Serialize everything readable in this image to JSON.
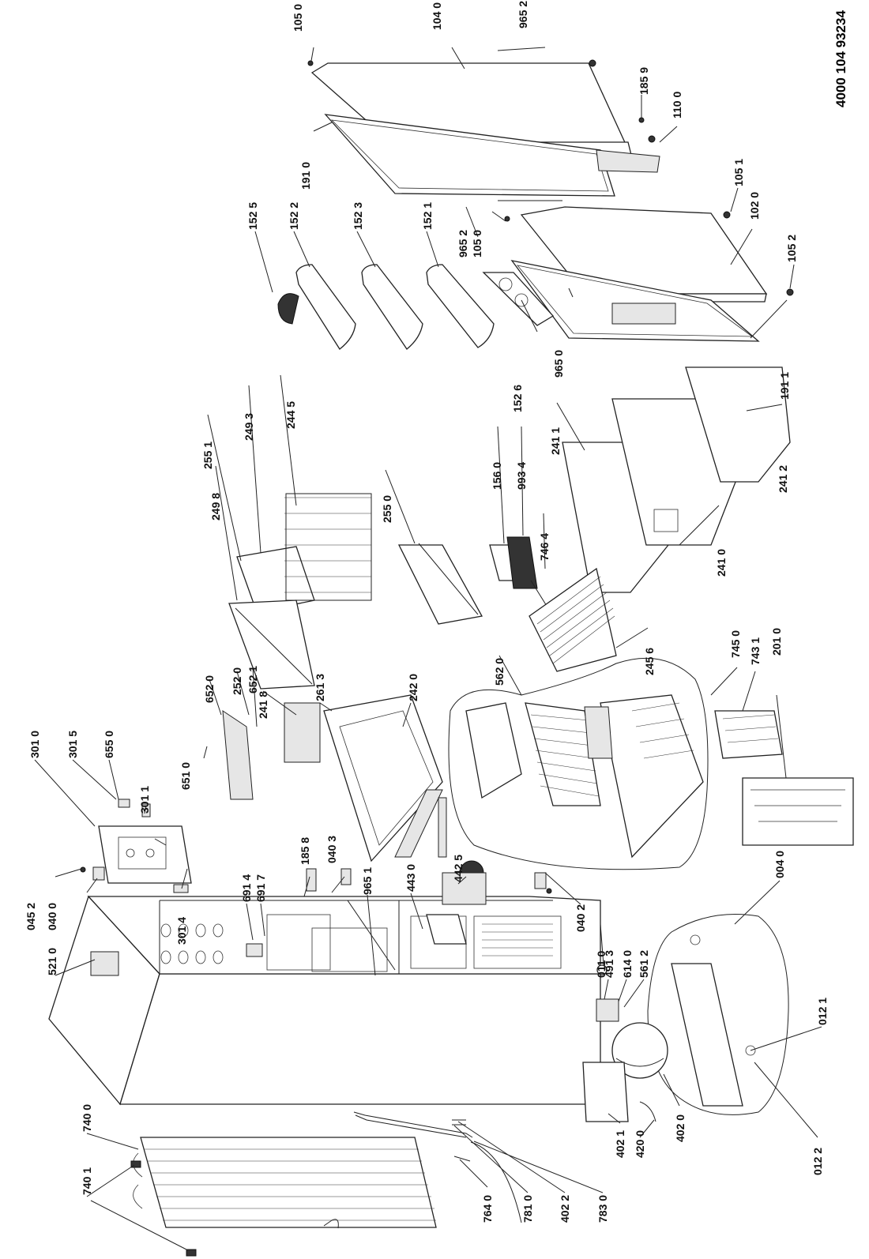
{
  "document": {
    "number": "4000 104 93234"
  },
  "labels": {
    "p1050a": "105 0",
    "p1040": "104 0",
    "p9652a": "965 2",
    "p1859": "185 9",
    "p1100": "110 0",
    "p1910": "191 0",
    "p1051": "105 1",
    "p1020": "102 0",
    "p1525": "152 5",
    "p1522": "152 2",
    "p1523": "152 3",
    "p1521": "152 1",
    "p9652b": "965 2",
    "p1050b": "105 0",
    "p1052": "105 2",
    "p9650": "965 0",
    "p1526": "152 6",
    "p1911": "191 1",
    "p2445": "244 5",
    "p2493": "249 3",
    "p2551": "255 1",
    "p2498": "249 8",
    "p2550": "255 0",
    "p2411": "241 1",
    "p1560": "156 0",
    "p9934": "993 4",
    "p7464": "746 4",
    "p2412": "241 2",
    "p2410": "241 0",
    "p2456": "245 6",
    "p5620": "562 0",
    "p7450": "745 0",
    "p7431": "743 1",
    "p2010": "201 0",
    "p6520a": "652 0",
    "p2520": "252 0",
    "p6521": "652 1",
    "p2418": "241 8",
    "p2613": "261 3",
    "p2420": "242 0",
    "p6510": "651 0",
    "p3010": "301 0",
    "p3015": "301 5",
    "p6550": "655 0",
    "p3011": "301 1",
    "p1858": "185 8",
    "p0403": "040 3",
    "p9651": "965 1",
    "p4425": "442 5",
    "p6914": "691 4",
    "p6917": "691 7",
    "p4430": "443 0",
    "p3014": "301 4",
    "p0452": "045 2",
    "p0400a": "040 0",
    "p5210": "521 0",
    "p0402": "040 2",
    "p0110": "011 0",
    "p4913": "491 3",
    "p6140": "614 0",
    "p5612": "561 2",
    "p0040": "004 0",
    "p0121": "012 1",
    "p0122": "012 2",
    "p4020": "402 0",
    "p4021": "402 1",
    "p4200": "420 0",
    "p7400": "740 0",
    "p7401": "740 1",
    "p7640": "764 0",
    "p7810": "781 0",
    "p4022": "402 2",
    "p7830": "783 0"
  }
}
